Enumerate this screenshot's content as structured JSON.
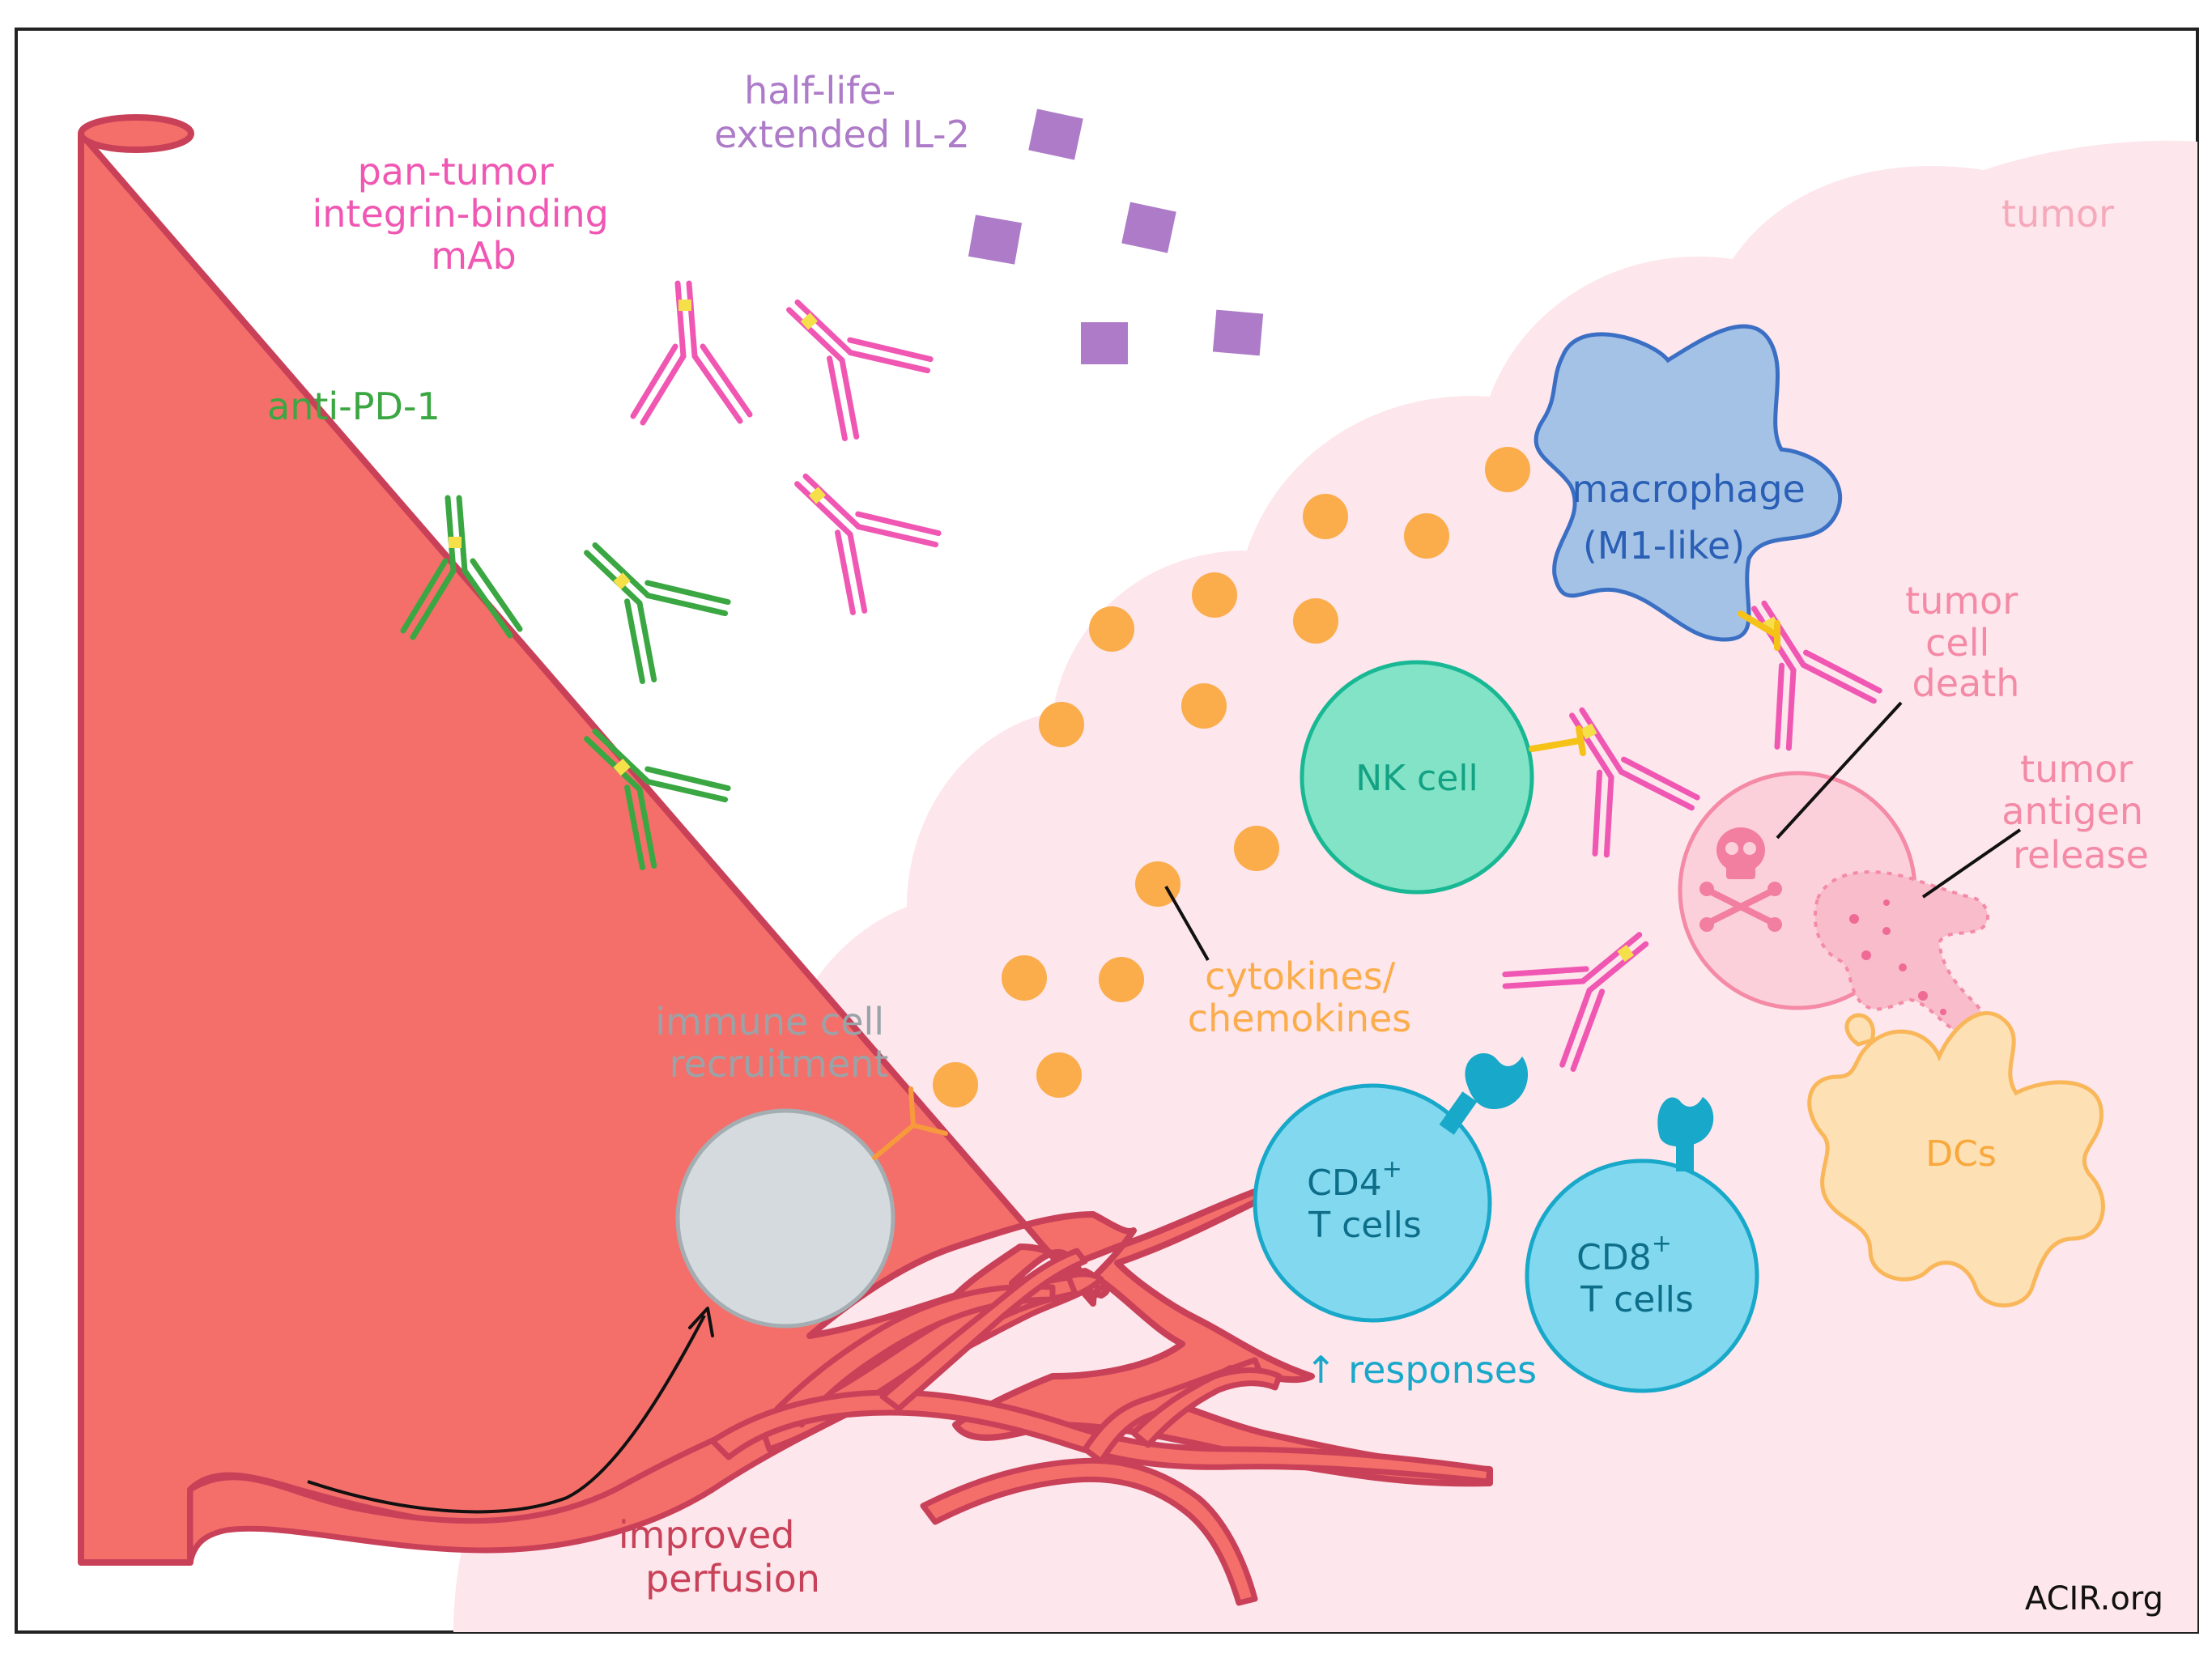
{
  "labels": {
    "il2": [
      "half-life-",
      "extended IL-2"
    ],
    "mab": [
      "pan-tumor",
      "integrin-binding",
      "mAb"
    ],
    "anti_pd1": "anti-PD-1",
    "tumor": "tumor",
    "macrophage": [
      "macrophage",
      "(M1-like)"
    ],
    "tumor_cell_death": [
      "tumor",
      "cell",
      "death"
    ],
    "tumor_antigen_release": [
      "tumor",
      "antigen",
      "release"
    ],
    "nk_cell": "NK cell",
    "cytokines": [
      "cytokines/",
      "chemokines"
    ],
    "immune_recruitment": [
      "immune cell",
      "recruitment"
    ],
    "cd4": {
      "main": "CD4",
      "sup": "+",
      "sub": "T cells"
    },
    "cd8": {
      "main": "CD8",
      "sup": "+",
      "sub": "T cells"
    },
    "responses": "↑ responses",
    "dcs": "DCs",
    "perfusion": [
      "improved",
      "perfusion"
    ],
    "credit": "ACIR.org"
  },
  "colors": {
    "vessel": "#f46f6a",
    "vessel_dark": "#c94158",
    "tumor_bg": "#fde6ec",
    "tumor_text": "#f6a9bb",
    "mab": "#f057b3",
    "pd1": "#3aa742",
    "hinge": "#f5e04a",
    "il2": "#ad7bc8",
    "cytokine": "#fbac4b",
    "macrophage_fill": "#a3c2e6",
    "macrophage_stroke": "#3a6fc4",
    "nk_fill": "#83e3c6",
    "nk_stroke": "#19b894",
    "tumor_cell_fill": "#fcd0da",
    "tumor_cell_stroke": "#f48aa6",
    "tcell_fill": "#82d9ef",
    "tcell_stroke": "#18a8c9",
    "dc_fill": "#fde0b4",
    "dc_stroke": "#f9b75a",
    "immune_fill": "#d4dadd",
    "immune_stroke": "#a4adb2",
    "immune_text": "#9aa3a8"
  }
}
